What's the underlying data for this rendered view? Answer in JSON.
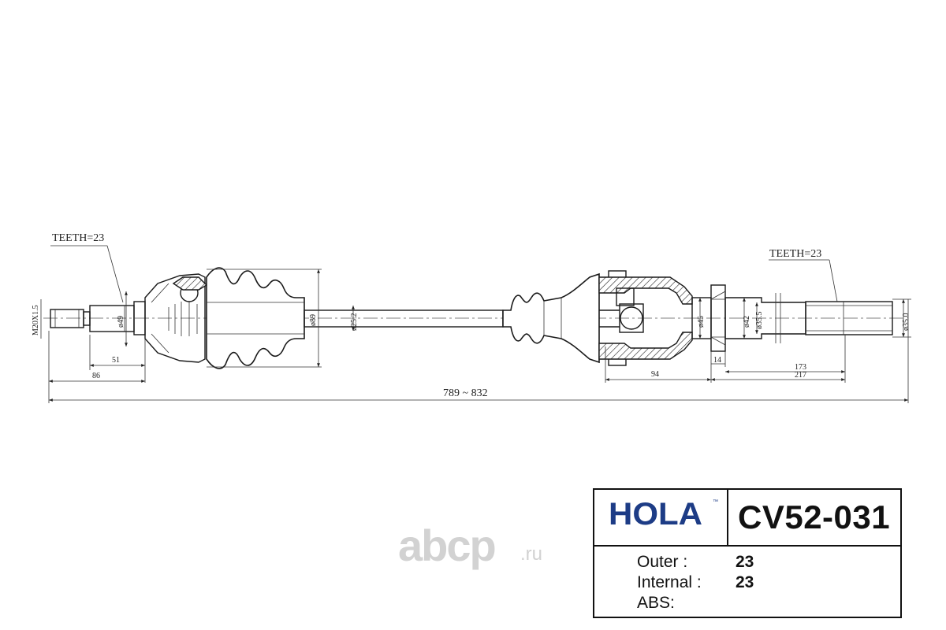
{
  "drawing": {
    "outer_teeth_label": "TEETH=23",
    "inner_teeth_label": "TEETH=23",
    "thread_label": "M20X1.5",
    "dimensions": {
      "outer_stub_dia": "ø49",
      "outer_len_51": "51",
      "outer_len_86": "86",
      "cup_dia": "ø89",
      "shaft_dia": "ø25.2",
      "total_length": "789 ~ 832",
      "inner_len_94": "94",
      "inner_len_14": "14",
      "inner_len_173": "173",
      "inner_len_217": "217",
      "inner_dia_1": "ø45",
      "inner_dia_2": "ø42",
      "inner_dia_3": "ø35.5",
      "spline_dia": "ø35.0"
    }
  },
  "watermark": {
    "text": "abcp",
    "suffix": ".ru",
    "color": "#d2d2d2"
  },
  "info_table": {
    "brand": "HOLA",
    "brand_mark": "™",
    "brand_color": "#1d3c86",
    "part_number": "CV52-031",
    "rows": [
      {
        "label": "Outer :",
        "value": "23"
      },
      {
        "label": "Internal :",
        "value": "23"
      },
      {
        "label": "ABS:",
        "value": ""
      }
    ]
  }
}
